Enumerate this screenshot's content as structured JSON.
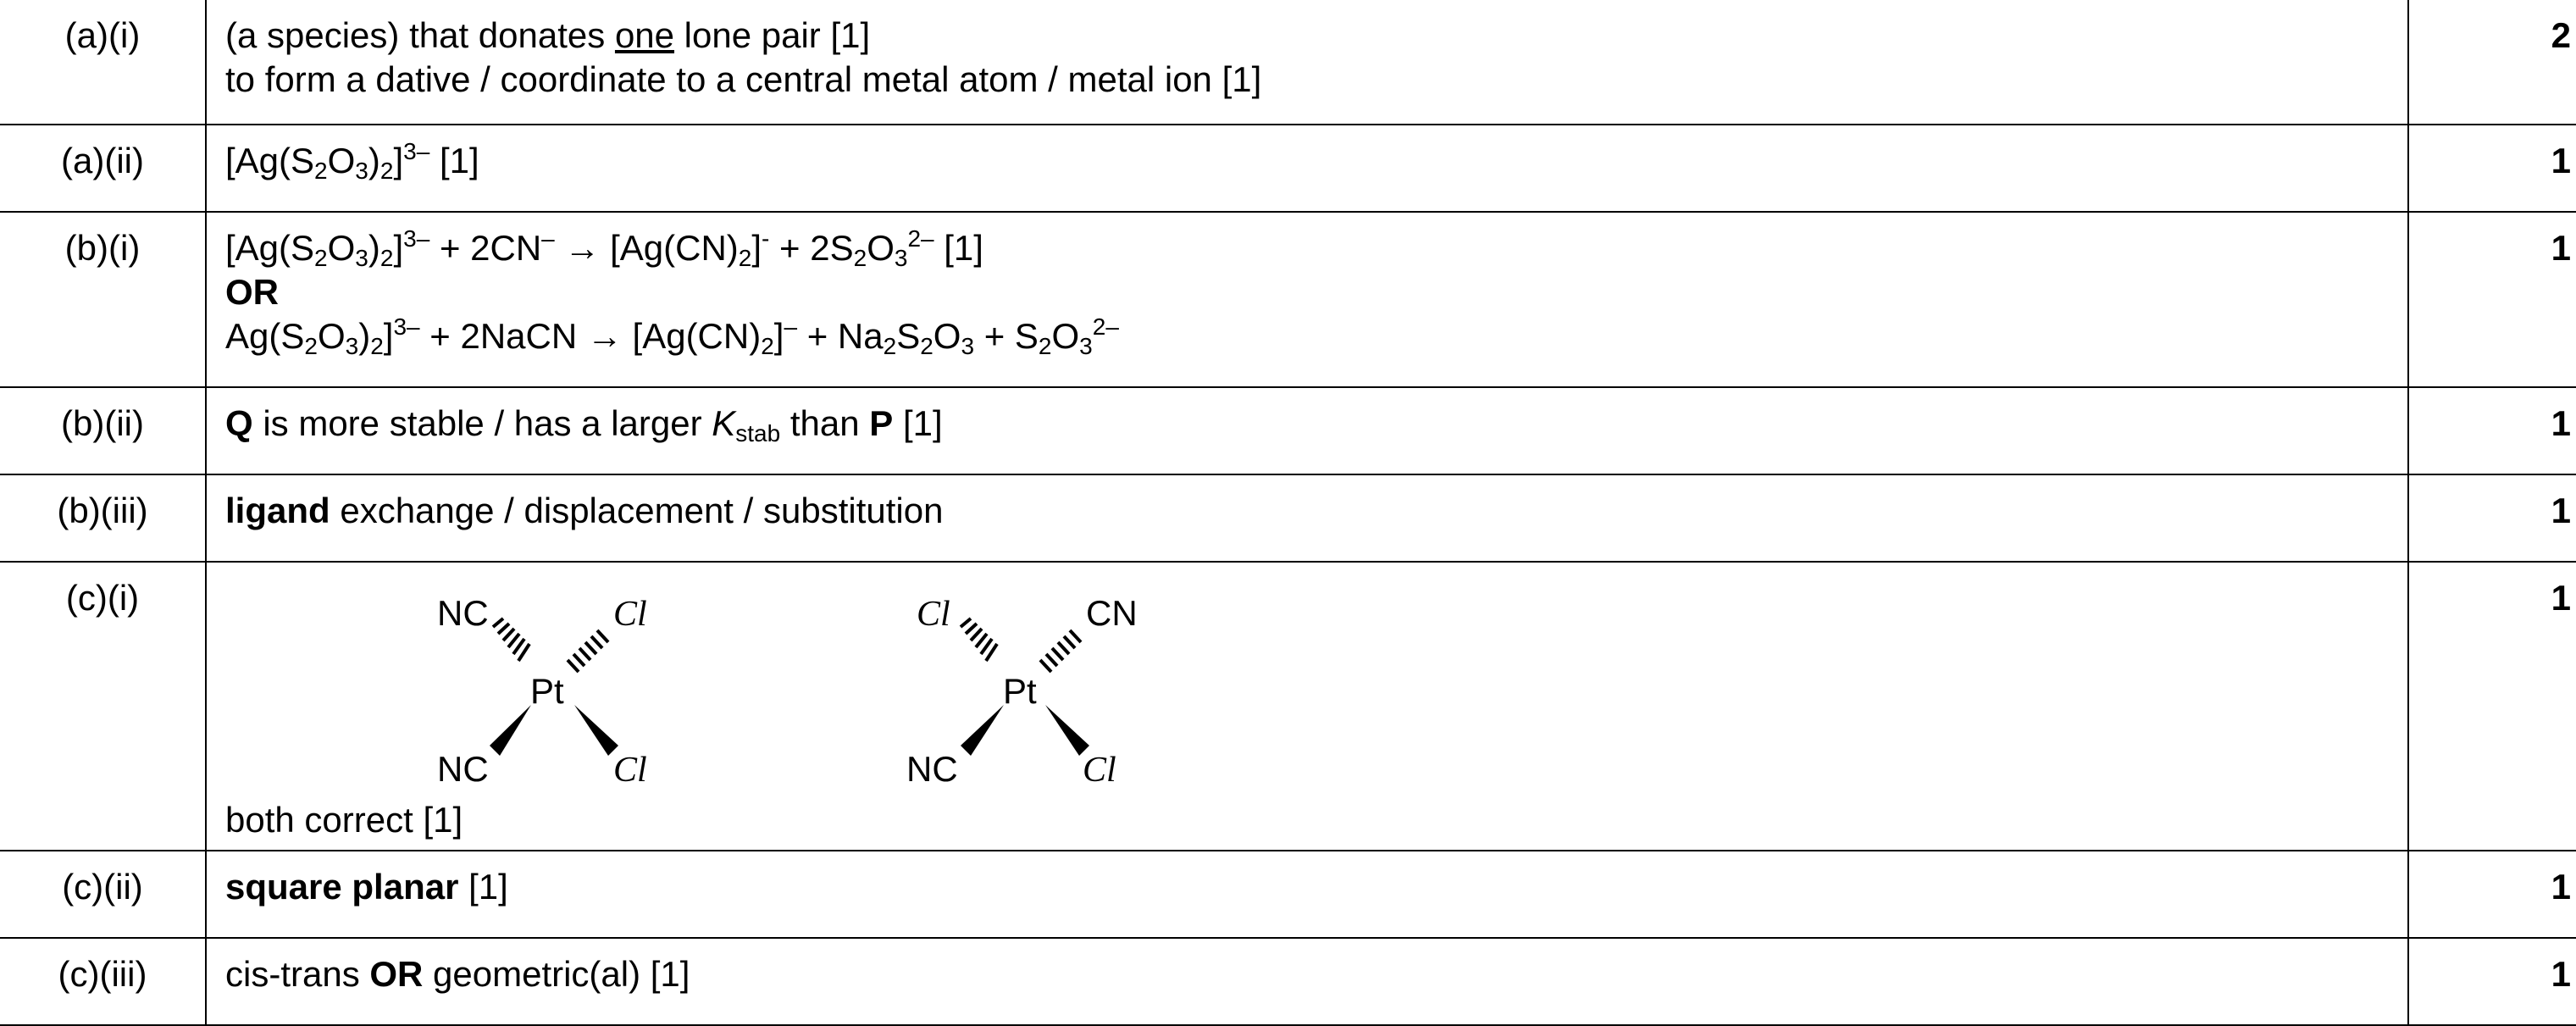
{
  "rows": [
    {
      "q": "(a)(i)",
      "lines": [
        {
          "pre": "(a species) that donates ",
          "u": "one",
          "post": " lone pair [1]"
        },
        {
          "text": "to form a dative / coordinate to a central metal atom / metal ion [1]"
        }
      ],
      "mark": "2"
    },
    {
      "q": "(a)(ii)",
      "mark": "1"
    },
    {
      "q": "(b)(i)",
      "or": "OR",
      "mark": "1"
    },
    {
      "q": "(b)(ii)",
      "q_bold": "Q",
      "mid": " is more stable / has a larger ",
      "k": "K",
      "k_sub": "stab",
      "than": " than ",
      "p_bold": "P",
      "end": " [1]",
      "mark": "1"
    },
    {
      "q": "(b)(iii)",
      "bold": "ligand",
      "rest": " exchange / displacement / substitution",
      "mark": "1"
    },
    {
      "q": "(c)(i)",
      "isomer1": {
        "tl": "NC",
        "tr": "Cl",
        "center": "Pt",
        "bl": "NC",
        "br": "Cl"
      },
      "isomer2": {
        "tl": "Cl",
        "tr": "CN",
        "center": "Pt",
        "bl": "NC",
        "br": "Cl"
      },
      "caption": "both correct [1]",
      "mark": "1"
    },
    {
      "q": "(c)(ii)",
      "bold": "square planar",
      "rest": " [1]",
      "mark": "1"
    },
    {
      "q": "(c)(iii)",
      "pre": "cis-trans ",
      "bold": "OR",
      "rest": " geometric(al) [1]",
      "mark": "1"
    }
  ],
  "formulas": {
    "ag": "[Ag(S",
    "two": "2",
    "o": "O",
    "three": "3",
    "close": ")",
    "bracket": "]",
    "charge3": "3–",
    "mark1": " [1]",
    "plus2cn": " + 2CN",
    "minus": "–",
    "arrow": " → ",
    "agcn": "[Ag(CN)",
    "minus_short": "-",
    "plus2s": " + 2S",
    "charge2": "2–",
    "ag_nob": "Ag(S",
    "plus2nacn": " + 2NaCN",
    "plusna": " + Na",
    "s": "S",
    "plus_s": " + S"
  }
}
